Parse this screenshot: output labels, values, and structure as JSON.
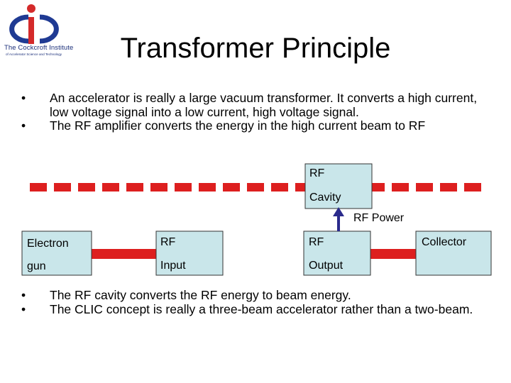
{
  "logo": {
    "name": "The Cockcroft Institute",
    "tagline": "of Accelerator Science and Technology",
    "colors": {
      "blue": "#1f3a93",
      "red": "#d42a2a"
    }
  },
  "slide": {
    "title": "Transformer Principle",
    "bullets_top": [
      "An accelerator is really a large vacuum transformer. It converts a high current, low voltage signal into a low current, high voltage signal.",
      "The RF amplifier converts the energy in the high current beam to RF"
    ],
    "bullets_bottom": [
      "The RF cavity converts the RF energy to beam energy.",
      "The CLIC concept is really a three-beam accelerator rather than a two-beam."
    ],
    "bullet_glyph": "•"
  },
  "diagram": {
    "cavity": {
      "line1": "RF",
      "line2": "Cavity"
    },
    "rf_power_label": "RF Power",
    "electron_gun": {
      "line1": "Electron",
      "line2": "gun"
    },
    "rf_input": {
      "line1": "RF",
      "line2": "Input"
    },
    "rf_output": {
      "line1": "RF",
      "line2": "Output"
    },
    "collector": "Collector",
    "colors": {
      "box_fill": "#c9e6ea",
      "beam": "#dd1f1f",
      "arrow": "#2b2b8c"
    }
  }
}
